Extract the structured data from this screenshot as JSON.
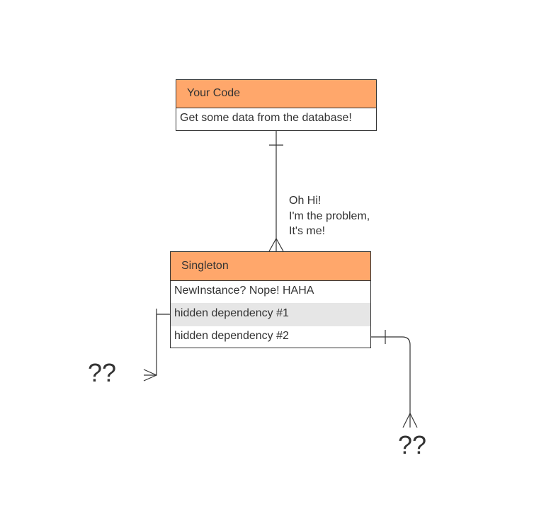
{
  "entities": {
    "your_code": {
      "title": "Your Code",
      "rows": [
        "Get some data from the database!"
      ]
    },
    "singleton": {
      "title": "Singleton",
      "rows": [
        "NewInstance? Nope! HAHA",
        "hidden dependency #1",
        "hidden dependency #2"
      ]
    }
  },
  "note": {
    "lines": [
      "Oh Hi!",
      "I'm the problem,",
      "It's me!"
    ]
  },
  "unknowns": {
    "left": "??",
    "right": "??"
  },
  "colors": {
    "header_fill": "#ffa76b",
    "row_highlight": "#e6e6e6",
    "line": "#333333"
  }
}
